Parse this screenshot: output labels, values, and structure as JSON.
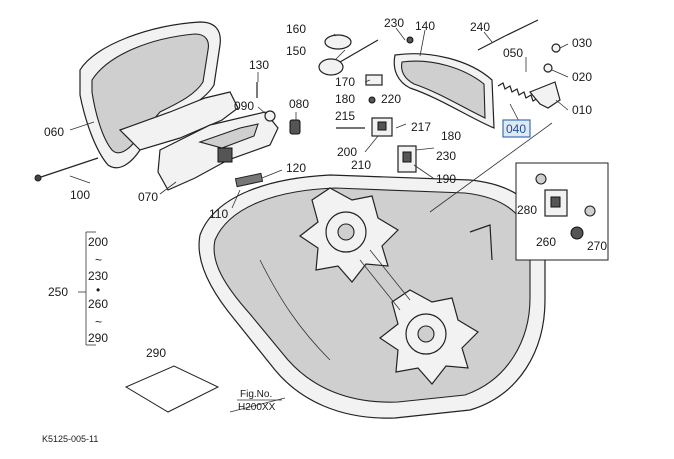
{
  "diagram": {
    "highlighted_part": "040",
    "part_labels": [
      {
        "id": "060",
        "text": "060"
      },
      {
        "id": "070",
        "text": "070"
      },
      {
        "id": "080",
        "text": "080"
      },
      {
        "id": "090",
        "text": "090"
      },
      {
        "id": "100",
        "text": "100"
      },
      {
        "id": "110",
        "text": "110"
      },
      {
        "id": "120",
        "text": "120"
      },
      {
        "id": "130",
        "text": "130"
      },
      {
        "id": "140",
        "text": "140"
      },
      {
        "id": "150",
        "text": "150"
      },
      {
        "id": "160",
        "text": "160"
      },
      {
        "id": "170",
        "text": "170"
      },
      {
        "id": "180a",
        "text": "180"
      },
      {
        "id": "180b",
        "text": "180"
      },
      {
        "id": "190",
        "text": "190"
      },
      {
        "id": "200",
        "text": "200"
      },
      {
        "id": "210",
        "text": "210"
      },
      {
        "id": "215",
        "text": "215"
      },
      {
        "id": "217",
        "text": "217"
      },
      {
        "id": "220",
        "text": "220"
      },
      {
        "id": "230a",
        "text": "230"
      },
      {
        "id": "230b",
        "text": "230"
      },
      {
        "id": "240",
        "text": "240"
      },
      {
        "id": "050",
        "text": "050"
      },
      {
        "id": "030",
        "text": "030"
      },
      {
        "id": "020",
        "text": "020"
      },
      {
        "id": "010",
        "text": "010"
      },
      {
        "id": "040",
        "text": "040"
      },
      {
        "id": "280",
        "text": "280"
      },
      {
        "id": "260",
        "text": "260"
      },
      {
        "id": "270",
        "text": "270"
      },
      {
        "id": "290",
        "text": "290"
      }
    ],
    "range_group": {
      "label": "250",
      "items": [
        "200",
        "~",
        "230",
        "•",
        "260",
        "~",
        "290"
      ]
    },
    "fig_caption": {
      "line1": "Fig.No.",
      "line2": "H200XX"
    },
    "footer_code": "K5125-005-11"
  }
}
